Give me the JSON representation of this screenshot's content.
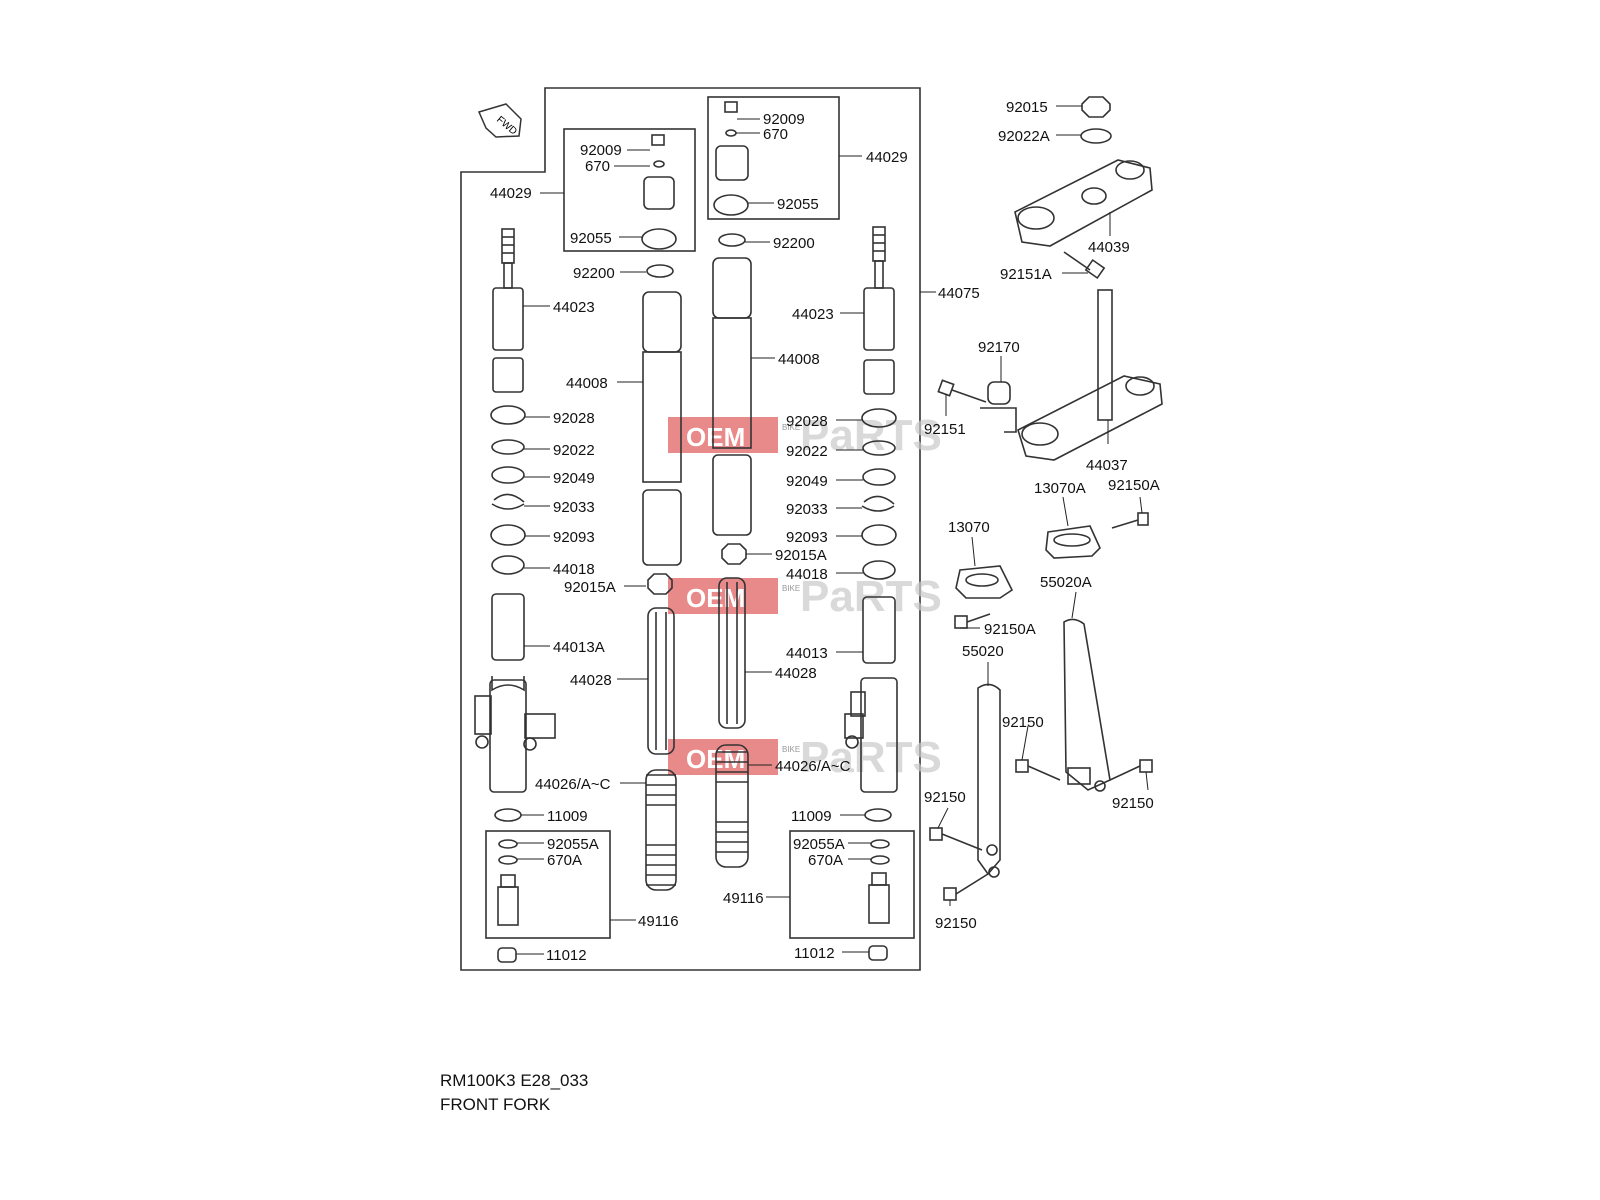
{
  "diagram": {
    "fwd_label": "FWD",
    "model_code": "RM100K3 E28_033",
    "title": "FRONT FORK",
    "watermark": {
      "main": "OEM",
      "small": "BIKE",
      "tail": "PaRTS"
    },
    "labels": [
      {
        "id": "l01",
        "text": "92009"
      },
      {
        "id": "l02",
        "text": "670"
      },
      {
        "id": "l03",
        "text": "44029"
      },
      {
        "id": "l04",
        "text": "92055"
      },
      {
        "id": "l05",
        "text": "92200"
      },
      {
        "id": "l06",
        "text": "44023"
      },
      {
        "id": "l07",
        "text": "44008"
      },
      {
        "id": "l08",
        "text": "92028"
      },
      {
        "id": "l09",
        "text": "92022"
      },
      {
        "id": "l10",
        "text": "92049"
      },
      {
        "id": "l11",
        "text": "92033"
      },
      {
        "id": "l12",
        "text": "92093"
      },
      {
        "id": "l13",
        "text": "44018"
      },
      {
        "id": "l14",
        "text": "92015A"
      },
      {
        "id": "l15",
        "text": "44013A"
      },
      {
        "id": "l16",
        "text": "44028"
      },
      {
        "id": "l17",
        "text": "44026/A~C"
      },
      {
        "id": "l18",
        "text": "11009"
      },
      {
        "id": "l19",
        "text": "92055A"
      },
      {
        "id": "l20",
        "text": "670A"
      },
      {
        "id": "l21",
        "text": "49116"
      },
      {
        "id": "l22",
        "text": "11012"
      },
      {
        "id": "r01",
        "text": "92009"
      },
      {
        "id": "r02",
        "text": "670"
      },
      {
        "id": "r03",
        "text": "44029"
      },
      {
        "id": "r04",
        "text": "92055"
      },
      {
        "id": "r05",
        "text": "92200"
      },
      {
        "id": "r06",
        "text": "44008"
      },
      {
        "id": "r07",
        "text": "44023"
      },
      {
        "id": "r08",
        "text": "44075"
      },
      {
        "id": "r09",
        "text": "92028"
      },
      {
        "id": "r10",
        "text": "92022"
      },
      {
        "id": "r11",
        "text": "92049"
      },
      {
        "id": "r12",
        "text": "92033"
      },
      {
        "id": "r13",
        "text": "92093"
      },
      {
        "id": "r14",
        "text": "92015A"
      },
      {
        "id": "r15",
        "text": "44018"
      },
      {
        "id": "r16",
        "text": "44013"
      },
      {
        "id": "r17",
        "text": "44028"
      },
      {
        "id": "r18",
        "text": "44026/A~C"
      },
      {
        "id": "r19",
        "text": "11009"
      },
      {
        "id": "r20",
        "text": "92055A"
      },
      {
        "id": "r21",
        "text": "670A"
      },
      {
        "id": "r22",
        "text": "49116"
      },
      {
        "id": "r23",
        "text": "11012"
      },
      {
        "id": "s01",
        "text": "92015"
      },
      {
        "id": "s02",
        "text": "92022A"
      },
      {
        "id": "s03",
        "text": "44039"
      },
      {
        "id": "s04",
        "text": "92151A"
      },
      {
        "id": "s05",
        "text": "92170"
      },
      {
        "id": "s06",
        "text": "92151"
      },
      {
        "id": "s07",
        "text": "44037"
      },
      {
        "id": "s08",
        "text": "13070A"
      },
      {
        "id": "s09",
        "text": "92150A"
      },
      {
        "id": "s10",
        "text": "13070"
      },
      {
        "id": "s11",
        "text": "55020A"
      },
      {
        "id": "s12",
        "text": "92150A"
      },
      {
        "id": "s13",
        "text": "55020"
      },
      {
        "id": "s14",
        "text": "92150"
      },
      {
        "id": "s15",
        "text": "92150"
      },
      {
        "id": "s16",
        "text": "92150"
      },
      {
        "id": "s17",
        "text": "92150"
      }
    ]
  }
}
